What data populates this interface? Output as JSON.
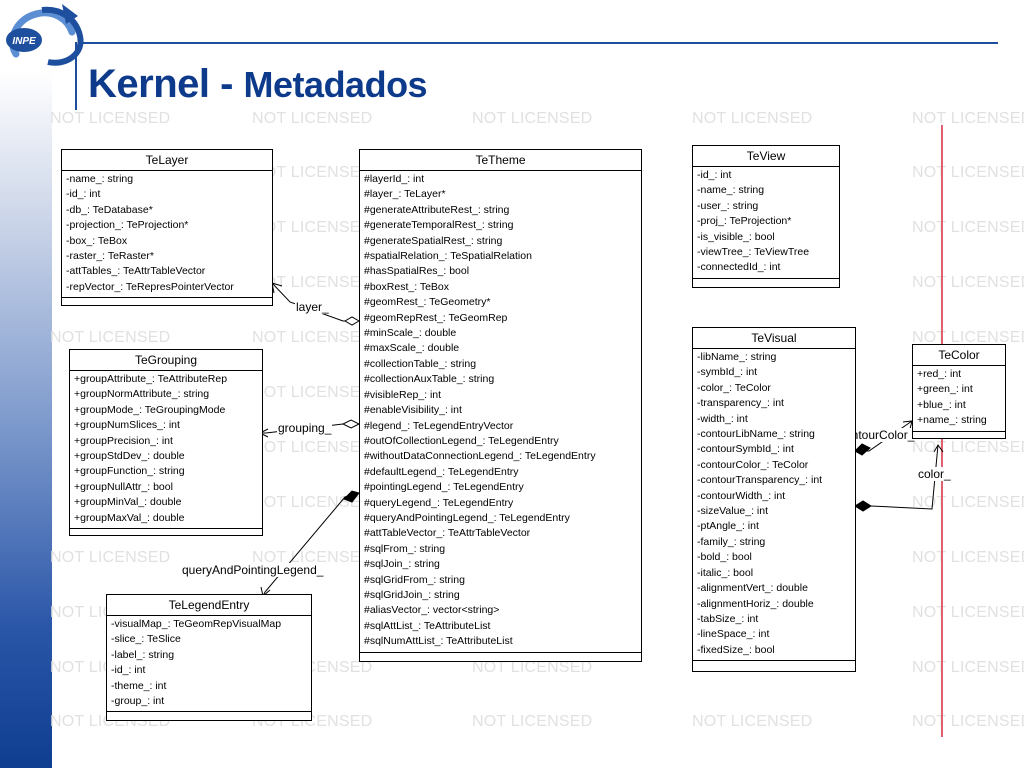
{
  "slide": {
    "title_main": "Kernel - ",
    "title_sub": "Metadados",
    "logo_text": "INPE",
    "watermark_text": "NOT LICENSED"
  },
  "classes": {
    "telayer": {
      "name": "TeLayer",
      "attributes": [
        "-name_: string",
        "-id_: int",
        "-db_: TeDatabase*",
        "-projection_: TeProjection*",
        "-box_: TeBox",
        "-raster_: TeRaster*",
        "-attTables_: TeAttrTableVector",
        "-repVector_: TeRepresPointerVector"
      ]
    },
    "tegrouping": {
      "name": "TeGrouping",
      "attributes": [
        "+groupAttribute_: TeAttributeRep",
        "+groupNormAttribute_: string",
        "+groupMode_: TeGroupingMode",
        "+groupNumSlices_: int",
        "+groupPrecision_: int",
        "+groupStdDev_: double",
        "+groupFunction_: string",
        "+groupNullAttr_: bool",
        "+groupMinVal_: double",
        "+groupMaxVal_: double"
      ]
    },
    "telegendentry": {
      "name": "TeLegendEntry",
      "attributes": [
        "-visualMap_: TeGeomRepVisualMap",
        "-slice_: TeSlice",
        "-label_: string",
        "-id_: int",
        "-theme_: int",
        "-group_: int"
      ]
    },
    "tetheme": {
      "name": "TeTheme",
      "attributes": [
        "#layerId_: int",
        "#layer_: TeLayer*",
        "#generateAttributeRest_: string",
        "#generateTemporalRest_: string",
        "#generateSpatialRest_: string",
        "#spatialRelation_: TeSpatialRelation",
        "#hasSpatialRes_: bool",
        "#boxRest_: TeBox",
        "#geomRest_: TeGeometry*",
        "#geomRepRest_: TeGeomRep",
        "#minScale_: double",
        "#maxScale_: double",
        "#collectionTable_: string",
        "#collectionAuxTable_: string",
        "#visibleRep_: int",
        "#enableVisibility_: int",
        "#legend_: TeLegendEntryVector",
        "#outOfCollectionLegend_: TeLegendEntry",
        "#withoutDataConnectionLegend_: TeLegendEntry",
        "#defaultLegend_: TeLegendEntry",
        "#pointingLegend_: TeLegendEntry",
        "#queryLegend_: TeLegendEntry",
        "#queryAndPointingLegend_: TeLegendEntry",
        "#attTableVector_: TeAttrTableVector",
        "#sqlFrom_: string",
        "#sqlJoin_: string",
        "#sqlGridFrom_: string",
        "#sqlGridJoin_: string",
        "#aliasVector_: vector<string>",
        "#sqlAttList_: TeAttributeList",
        "#sqlNumAttList_: TeAttributeList"
      ]
    },
    "teview": {
      "name": "TeView",
      "attributes": [
        "-id_: int",
        "-name_: string",
        "-user_: string",
        "-proj_: TeProjection*",
        "-is_visible_: bool",
        "-viewTree_: TeViewTree",
        "-connectedId_: int"
      ]
    },
    "tevisual": {
      "name": "TeVisual",
      "attributes": [
        "-libName_: string",
        "-symbId_: int",
        "-color_: TeColor",
        "-transparency_: int",
        "-width_: int",
        "-contourLibName_: string",
        "-contourSymbId_: int",
        "-contourColor_: TeColor",
        "-contourTransparency_: int",
        "-contourWidth_: int",
        "-sizeValue_: int",
        "-ptAngle_: int",
        "-family_: string",
        "-bold_: bool",
        "-italic_: bool",
        "-alignmentVert_: double",
        "-alignmentHoriz_: double",
        "-tabSize_: int",
        "-lineSpace_: int",
        "-fixedSize_: bool"
      ]
    },
    "tecolor": {
      "name": "TeColor",
      "attributes": [
        "+red_: int",
        "+green_: int",
        "+blue_: int",
        "+name_: string"
      ]
    }
  },
  "relations": {
    "layer": "layer_",
    "grouping": "grouping_",
    "query_pointing": "queryAndPointingLegend_",
    "contour_color": "contourColor_",
    "color": "color_"
  },
  "colors": {
    "title": "#0d3a8a",
    "rule": "#1d4e9e",
    "watermark": "#e1e1e1",
    "guide_line": "#e06070"
  }
}
